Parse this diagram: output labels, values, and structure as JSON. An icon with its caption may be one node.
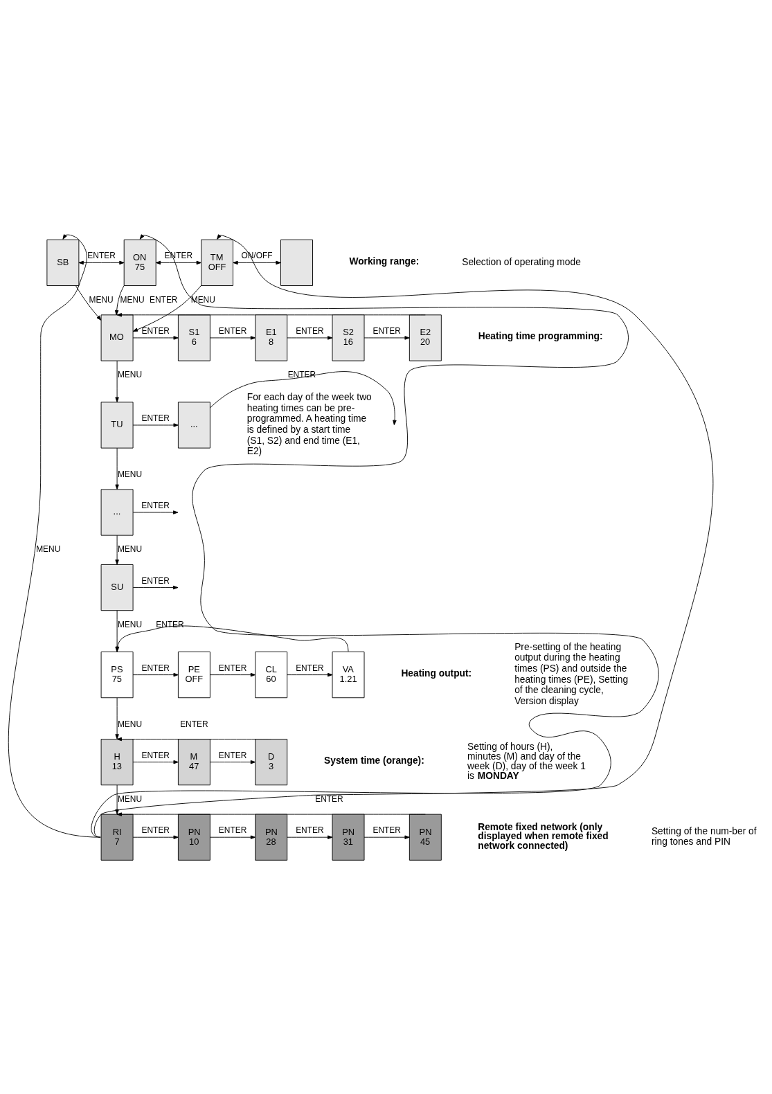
{
  "diagram": {
    "nodes": [
      {
        "text": [
          "SB"
        ]
      },
      {
        "text": [
          "ON",
          "75"
        ]
      },
      {
        "text": [
          "TM",
          "OFF"
        ]
      },
      {
        "text": [],
        "shape": "box"
      },
      {
        "text": [
          "MO"
        ]
      },
      {
        "text": [
          "S1",
          "6"
        ]
      },
      {
        "text": [
          "E1",
          "8"
        ]
      },
      {
        "text": [
          "S2",
          "16"
        ]
      },
      {
        "text": [
          "E2",
          "20"
        ]
      },
      {
        "text": [
          "TU"
        ]
      },
      {
        "text": [
          "..."
        ]
      },
      {
        "text": [
          "..."
        ]
      },
      {
        "text": [
          "SU"
        ]
      },
      {
        "text": [
          "PS",
          "75"
        ]
      },
      {
        "text": [
          "PE",
          "OFF"
        ]
      },
      {
        "text": [
          "CL",
          "60"
        ]
      },
      {
        "text": [
          "VA",
          "1.21"
        ]
      },
      {
        "text": [
          "H",
          "13"
        ]
      },
      {
        "text": [
          "M",
          "47"
        ]
      },
      {
        "text": [
          "D",
          "3"
        ]
      },
      {
        "text": [
          "RI",
          "7"
        ]
      },
      {
        "text": [
          "PN",
          "10"
        ]
      },
      {
        "text": [
          "PN",
          "28"
        ]
      },
      {
        "text": [
          "PN",
          "31"
        ]
      },
      {
        "text": [
          "PN",
          "45"
        ]
      }
    ],
    "edges": [
      {
        "from": 0,
        "to": 1,
        "arrow": "both",
        "label": "ENTER"
      },
      {
        "from": 1,
        "to": 2,
        "arrow": "both",
        "label": "ENTER"
      },
      {
        "from": 2,
        "to": 3,
        "arrow": "both",
        "label": "ON/OFF"
      },
      {
        "from": 0,
        "to": 4,
        "arrow": "to",
        "label": "MENU"
      },
      {
        "from": 1,
        "to": 4,
        "arrow": "to",
        "label": "MENU"
      },
      {
        "from": 2,
        "to": 4,
        "arrow": "to",
        "label": "MENU"
      },
      {
        "from": 4,
        "to": 5,
        "arrow": "to",
        "label": "ENTER"
      },
      {
        "from": 5,
        "to": 6,
        "arrow": "to",
        "label": "ENTER"
      },
      {
        "from": 6,
        "to": 7,
        "arrow": "to",
        "label": "ENTER"
      },
      {
        "from": 7,
        "to": 8,
        "arrow": "to",
        "label": "ENTER"
      },
      {
        "from": 8,
        "to": 4,
        "arrow": "to",
        "label": "ENTER"
      },
      {
        "from": 4,
        "to": 9,
        "arrow": "to",
        "label": "MENU"
      },
      {
        "from": 9,
        "to": 10,
        "arrow": "to",
        "label": "ENTER"
      },
      {
        "from": 10,
        "to": null,
        "arrow": "to",
        "label": "ENTER"
      },
      {
        "from": 9,
        "to": 11,
        "arrow": "to",
        "label": "MENU"
      },
      {
        "from": 11,
        "to": null,
        "arrow": "to",
        "label": "ENTER"
      },
      {
        "from": 11,
        "to": 12,
        "arrow": "to",
        "label": "MENU"
      },
      {
        "from": 12,
        "to": null,
        "arrow": "to",
        "label": "ENTER"
      },
      {
        "from": 12,
        "to": 13,
        "arrow": "to",
        "label": "MENU"
      },
      {
        "from": 13,
        "to": 14,
        "arrow": "to",
        "label": "ENTER"
      },
      {
        "from": 14,
        "to": 15,
        "arrow": "to",
        "label": "ENTER"
      },
      {
        "from": 15,
        "to": 16,
        "arrow": "to",
        "label": "ENTER"
      },
      {
        "from": 16,
        "to": 13,
        "arrow": "to",
        "label": "ENTER"
      },
      {
        "from": 13,
        "to": 17,
        "arrow": "to",
        "label": "MENU"
      },
      {
        "from": 17,
        "to": 18,
        "arrow": "to",
        "label": "ENTER"
      },
      {
        "from": 18,
        "to": 19,
        "arrow": "to",
        "label": "ENTER"
      },
      {
        "from": 19,
        "to": 17,
        "arrow": "to",
        "label": "ENTER"
      },
      {
        "from": 17,
        "to": 20,
        "arrow": "to",
        "label": "MENU"
      },
      {
        "from": 20,
        "to": 21,
        "arrow": "to",
        "label": "ENTER"
      },
      {
        "from": 21,
        "to": 22,
        "arrow": "to",
        "label": "ENTER"
      },
      {
        "from": 22,
        "to": 23,
        "arrow": "to",
        "label": "ENTER"
      },
      {
        "from": 23,
        "to": 24,
        "arrow": "to",
        "label": "ENTER"
      },
      {
        "from": 24,
        "to": 20,
        "arrow": "to",
        "label": "ENTER"
      },
      {
        "from": 20,
        "to": 0,
        "arrow": "to",
        "label": "MENU"
      },
      {
        "from": 20,
        "to": 1,
        "arrow": "to"
      },
      {
        "from": 20,
        "to": 2,
        "arrow": "to"
      }
    ],
    "labels": [
      "Working range:",
      "Selection of operating mode",
      "Heating time programming:",
      "For each day of the week two heating times can be pre-programmed. A heating time is defined by a start time (S1, S2) and end time (E1, E2)",
      "Heating output:",
      "Pre-setting of the heating output during the heating times (PS) and outside the heating times (PE), Setting of the cleaning cycle, Version display",
      "System time (orange):",
      "Setting of hours (H), minutes (M) and day of the week (D), day of the week 1 is **MONDAY**",
      "Remote fixed network (only displayed when remote fixed network connected)",
      "Setting of the num-ber of ring tones and PIN"
    ]
  }
}
